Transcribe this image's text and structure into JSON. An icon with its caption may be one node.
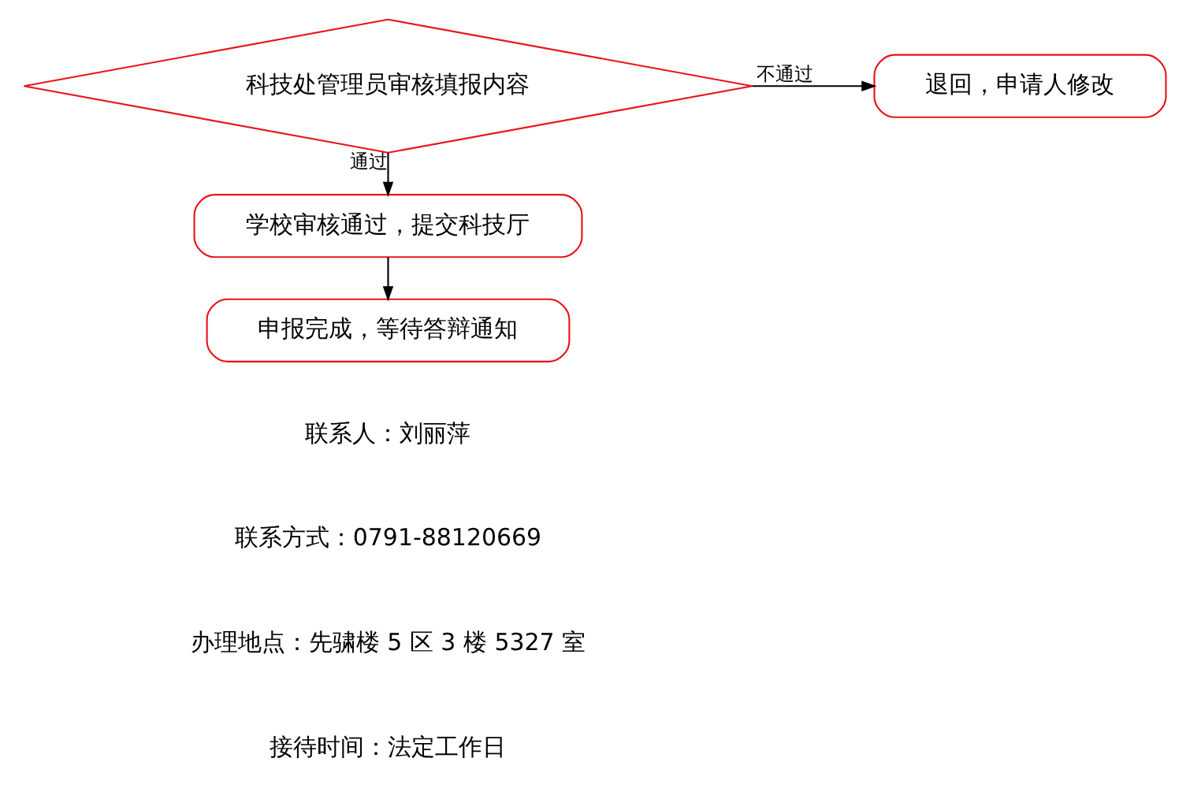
{
  "diagram": {
    "nodes": [
      {
        "text": [
          "科技处管理员审核填报内容"
        ]
      },
      {
        "text": [
          "退回，申请人修改"
        ]
      },
      {
        "text": [
          "学校审核通过，提交科技厅"
        ]
      },
      {
        "text": [
          "申报完成，等待答辩通知"
        ]
      }
    ],
    "edges": [
      {
        "from": 0,
        "to": 1,
        "arrow": "to",
        "label": "不通过"
      },
      {
        "from": 0,
        "to": 2,
        "arrow": "to",
        "label": "通过"
      },
      {
        "from": 2,
        "to": 3,
        "arrow": "to"
      }
    ],
    "labels": [
      "联系人：刘丽萍",
      "联系方式：0791-88120669",
      "办理地点：先骕楼 5 区 3 楼 5327 室",
      "接待时间：法定工作日"
    ]
  }
}
